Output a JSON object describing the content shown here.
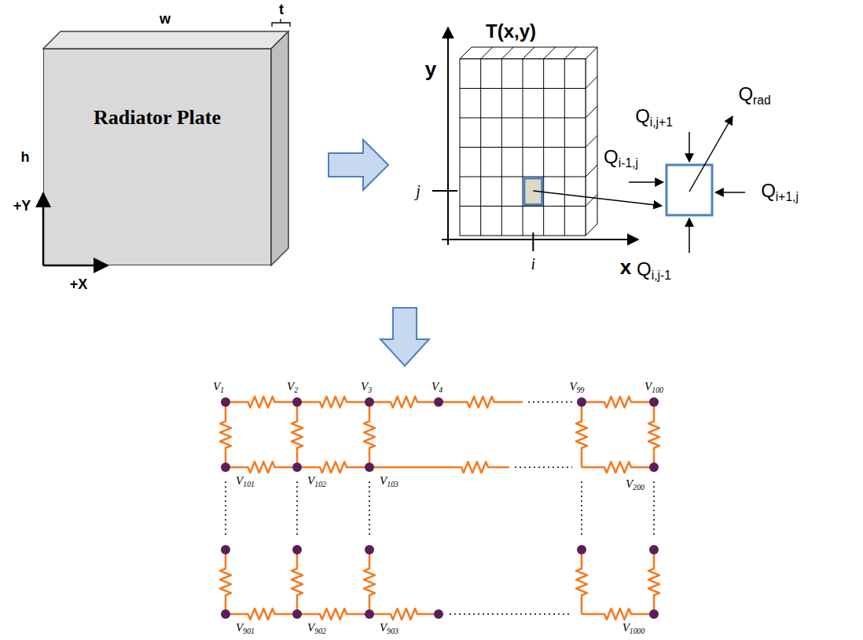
{
  "diagram": {
    "nodes": [
      {
        "text": [
          "Radiator Plate"
        ]
      }
    ],
    "labels": [
      "w",
      "t",
      "h",
      "+Y",
      "+X",
      "T(x,y)",
      "y",
      "j",
      "x",
      "i",
      "Q",
      "i,j+1",
      "Q",
      "rad",
      "Q",
      "i-1,j",
      "Q",
      "i+1,j",
      "Q",
      "i,j-1",
      "V",
      "1",
      "V",
      "2",
      "V",
      "3",
      "V",
      "4",
      "V",
      "99",
      "V",
      "100",
      "V",
      "101",
      "V",
      "102",
      "V",
      "103",
      "V",
      "200",
      "V",
      "901",
      "V",
      "902",
      "V",
      "903",
      "V",
      "1000"
    ]
  }
}
